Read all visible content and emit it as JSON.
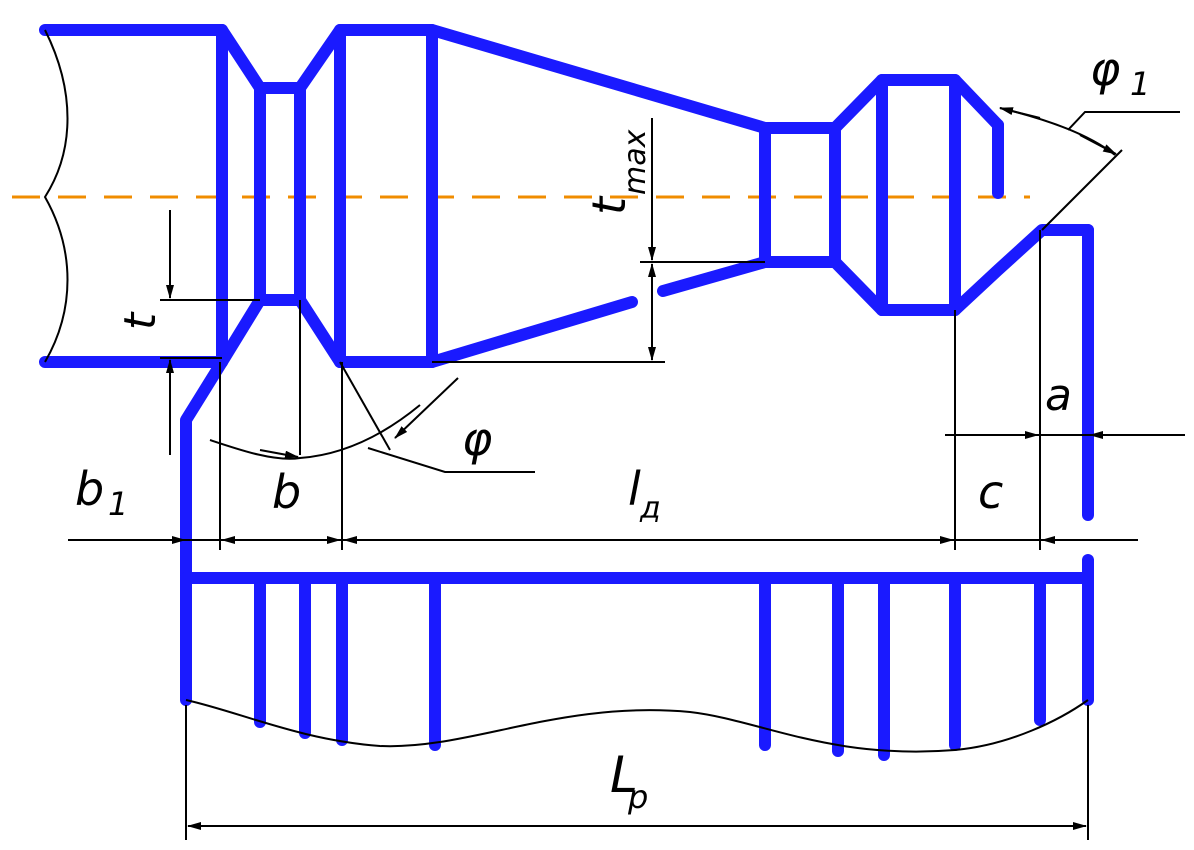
{
  "labels": {
    "t": "t",
    "t_max": "t",
    "t_max_sub": "max",
    "phi": "φ",
    "phi1": "φ",
    "phi1_sub": "1",
    "a": "a",
    "b1": "b",
    "b1_sub": "1",
    "b": "b",
    "ld": "l",
    "ld_sub": "д",
    "c": "c",
    "lp": "L",
    "lp_sub": "р"
  },
  "colors": {
    "contour": "#1a1aff",
    "axis": "#f08c00",
    "dimension": "#000000"
  }
}
